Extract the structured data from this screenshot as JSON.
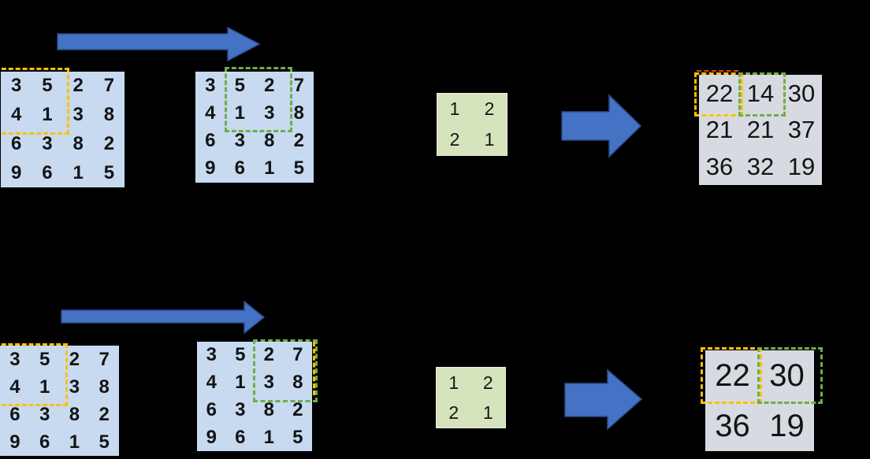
{
  "colors": {
    "matrix_blue": "#c7daf0",
    "kernel_green": "#d6e4be",
    "result_gray": "#d7dae1",
    "dash_yellow": "#ffc000",
    "dash_green": "#70ad47",
    "dash_red": "#f03c1e",
    "arrow_blue": "#4472c4",
    "arrow_outline": "#2e4d8e",
    "background": "#000000",
    "digit_text": "#141414"
  },
  "icons": {
    "thin_arrow": "right-arrow-icon",
    "block_arrow": "right-block-arrow-icon"
  },
  "panels": {
    "stride1": {
      "input_a": [
        [
          "3",
          "5",
          "2",
          "7"
        ],
        [
          "4",
          "1",
          "3",
          "8"
        ],
        [
          "6",
          "3",
          "8",
          "2"
        ],
        [
          "9",
          "6",
          "1",
          "5"
        ]
      ],
      "input_b": [
        [
          "3",
          "5",
          "2",
          "7"
        ],
        [
          "4",
          "1",
          "3",
          "8"
        ],
        [
          "6",
          "3",
          "8",
          "2"
        ],
        [
          "9",
          "6",
          "1",
          "5"
        ]
      ],
      "kernel": [
        [
          "1",
          "2"
        ],
        [
          "2",
          "1"
        ]
      ],
      "output": [
        [
          "22",
          "14",
          "30"
        ],
        [
          "21",
          "21",
          "37"
        ],
        [
          "36",
          "32",
          "19"
        ]
      ],
      "highlight_a": "top-left 2x2 window (yellow dashed)",
      "highlight_b": "middle 2x2 window shifted right by 1 (green dashed)",
      "output_highlights": "yellow dashed on 22, green dashed on 14"
    },
    "stride2": {
      "input_a": [
        [
          "3",
          "5",
          "2",
          "7"
        ],
        [
          "4",
          "1",
          "3",
          "8"
        ],
        [
          "6",
          "3",
          "8",
          "2"
        ],
        [
          "9",
          "6",
          "1",
          "5"
        ]
      ],
      "input_b": [
        [
          "3",
          "5",
          "2",
          "7"
        ],
        [
          "4",
          "1",
          "3",
          "8"
        ],
        [
          "6",
          "3",
          "8",
          "2"
        ],
        [
          "9",
          "6",
          "1",
          "5"
        ]
      ],
      "kernel": [
        [
          "1",
          "2"
        ],
        [
          "2",
          "1"
        ]
      ],
      "output": [
        [
          "22",
          "30"
        ],
        [
          "36",
          "19"
        ]
      ],
      "highlight_a": "top-left 2x2 window (yellow dashed)",
      "highlight_b": "top-right 2x2 window shifted right by 2 (green dashed)",
      "output_highlights": "yellow dashed on 22, green dashed on 30"
    }
  }
}
